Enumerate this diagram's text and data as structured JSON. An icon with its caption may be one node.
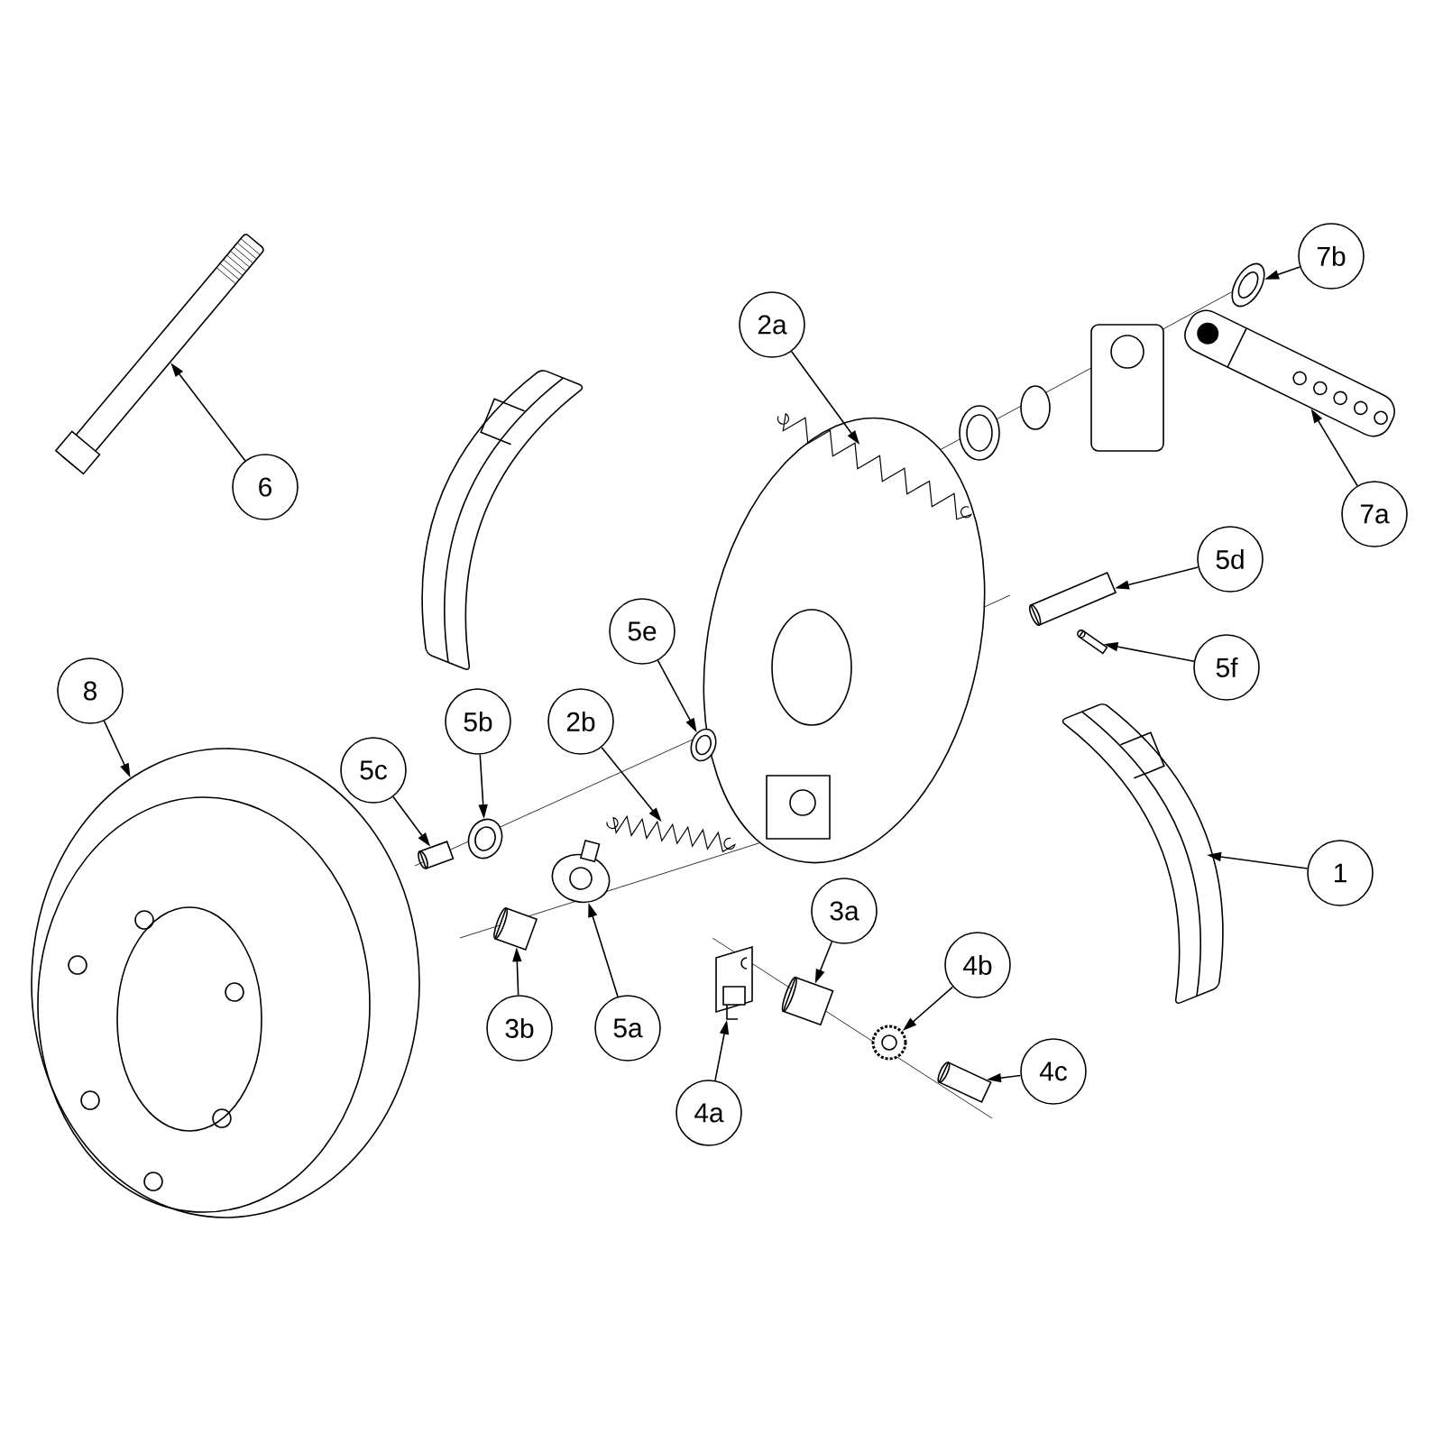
{
  "diagram": {
    "nodes": [
      {
        "text": [
          "7b"
        ]
      },
      {
        "text": [
          "2a"
        ]
      },
      {
        "text": [
          "6"
        ]
      },
      {
        "text": [
          "7a"
        ]
      },
      {
        "text": [
          "5d"
        ]
      },
      {
        "text": [
          "5e"
        ]
      },
      {
        "text": [
          "5f"
        ]
      },
      {
        "text": [
          "8"
        ]
      },
      {
        "text": [
          "5b"
        ]
      },
      {
        "text": [
          "2b"
        ]
      },
      {
        "text": [
          "5c"
        ]
      },
      {
        "text": [
          "1"
        ]
      },
      {
        "text": [
          "3a"
        ]
      },
      {
        "text": [
          "4b"
        ]
      },
      {
        "text": [
          "3b"
        ]
      },
      {
        "text": [
          "5a"
        ]
      },
      {
        "text": [
          "4c"
        ]
      },
      {
        "text": [
          "4a"
        ]
      },
      {
        "text": [],
        "shape": "picture"
      },
      {
        "text": [],
        "shape": "picture"
      },
      {
        "text": [],
        "shape": "picture"
      },
      {
        "text": [],
        "shape": "picture"
      },
      {
        "text": [],
        "shape": "picture"
      },
      {
        "text": [],
        "shape": "picture"
      },
      {
        "text": [],
        "shape": "picture"
      },
      {
        "text": [],
        "shape": "picture"
      },
      {
        "text": [],
        "shape": "picture"
      },
      {
        "text": [],
        "shape": "picture"
      },
      {
        "text": [],
        "shape": "picture"
      },
      {
        "text": [],
        "shape": "picture"
      },
      {
        "text": [],
        "shape": "picture"
      },
      {
        "text": [],
        "shape": "picture"
      },
      {
        "text": [],
        "shape": "picture"
      },
      {
        "text": [],
        "shape": "picture"
      },
      {
        "text": [],
        "shape": "picture"
      },
      {
        "text": [],
        "shape": "picture"
      }
    ],
    "edges": [
      {
        "from": 0,
        "to": 18,
        "arrow": "to"
      },
      {
        "from": 1,
        "to": 19,
        "arrow": "to"
      },
      {
        "from": 2,
        "to": 20,
        "arrow": "to"
      },
      {
        "from": 3,
        "to": 21,
        "arrow": "to"
      },
      {
        "from": 4,
        "to": 22,
        "arrow": "to"
      },
      {
        "from": 5,
        "to": 23,
        "arrow": "to"
      },
      {
        "from": 6,
        "to": 24,
        "arrow": "to"
      },
      {
        "from": 7,
        "to": 25,
        "arrow": "to"
      },
      {
        "from": 8,
        "to": 26,
        "arrow": "to"
      },
      {
        "from": 9,
        "to": 27,
        "arrow": "to"
      },
      {
        "from": 10,
        "to": 28,
        "arrow": "to"
      },
      {
        "from": 11,
        "to": 29,
        "arrow": "to"
      },
      {
        "from": 12,
        "to": 30,
        "arrow": "to"
      },
      {
        "from": 13,
        "to": 31,
        "arrow": "to"
      },
      {
        "from": 14,
        "to": 32,
        "arrow": "to"
      },
      {
        "from": 15,
        "to": 33,
        "arrow": "to"
      },
      {
        "from": 16,
        "to": 34,
        "arrow": "to"
      },
      {
        "from": 17,
        "to": 35,
        "arrow": "to"
      }
    ]
  }
}
